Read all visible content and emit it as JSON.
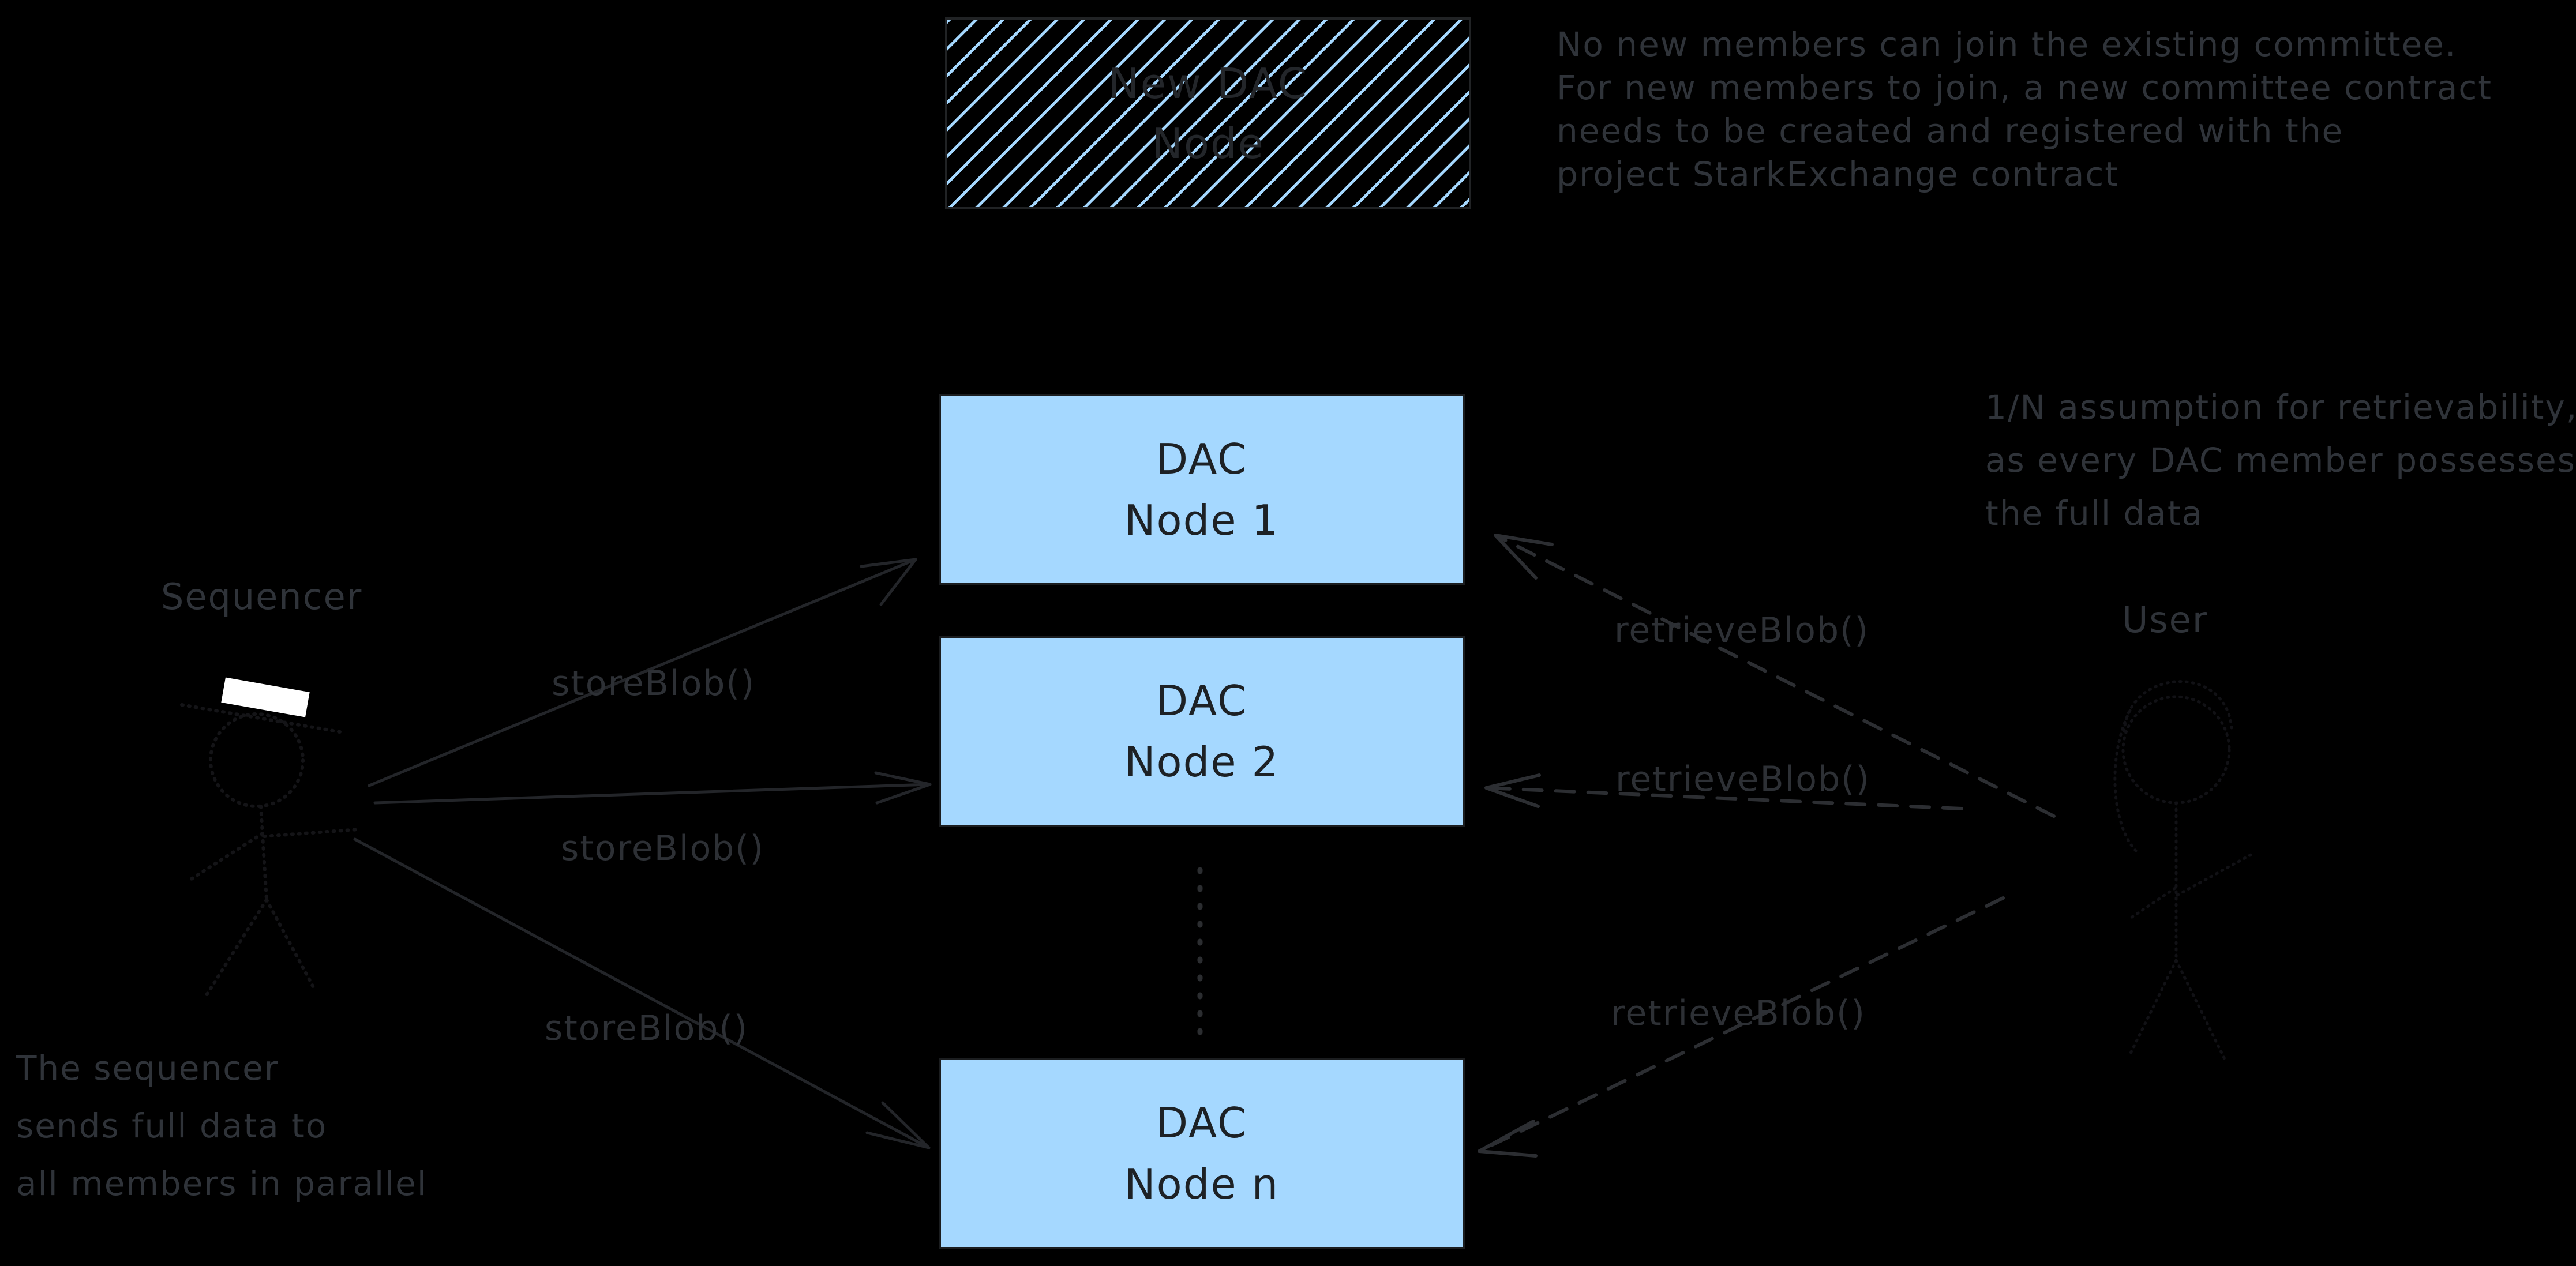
{
  "canvas": {
    "background": "#000000"
  },
  "palette": {
    "node_fill": "#a5d8ff",
    "node_border": "#1b1d1f",
    "box_ink": "#1d2125",
    "note_ink": "#2f3339",
    "solid_arrow": "#232529",
    "dashed_arrow": "#2c2e32",
    "hat_band": "#ffffff"
  },
  "new_dac_node": {
    "line1": "New DAC",
    "line2": "Node"
  },
  "nodes": [
    {
      "line1": "DAC",
      "line2": "Node 1"
    },
    {
      "line1": "DAC",
      "line2": "Node 2"
    },
    {
      "line1": "DAC",
      "line2": "Node n"
    }
  ],
  "actors": {
    "sequencer": "Sequencer",
    "user": "User"
  },
  "edge_labels": {
    "store_blob": "storeBlob()",
    "retrieve_blob": "retrieveBlob()"
  },
  "notes": {
    "committee": {
      "line1": "No new members can join the existing committee.",
      "line2": "For new members to join, a new committee contract",
      "line3": "needs to be created and registered with the",
      "line4": "project StarkExchange contract"
    },
    "retrievability": {
      "line1": "1/N assumption for retrievability,",
      "line2": "as every DAC member possesses",
      "line3": "the full data"
    },
    "sequencer": {
      "line1": "The sequencer",
      "line2": "sends full data to",
      "line3": "all members in parallel"
    }
  }
}
